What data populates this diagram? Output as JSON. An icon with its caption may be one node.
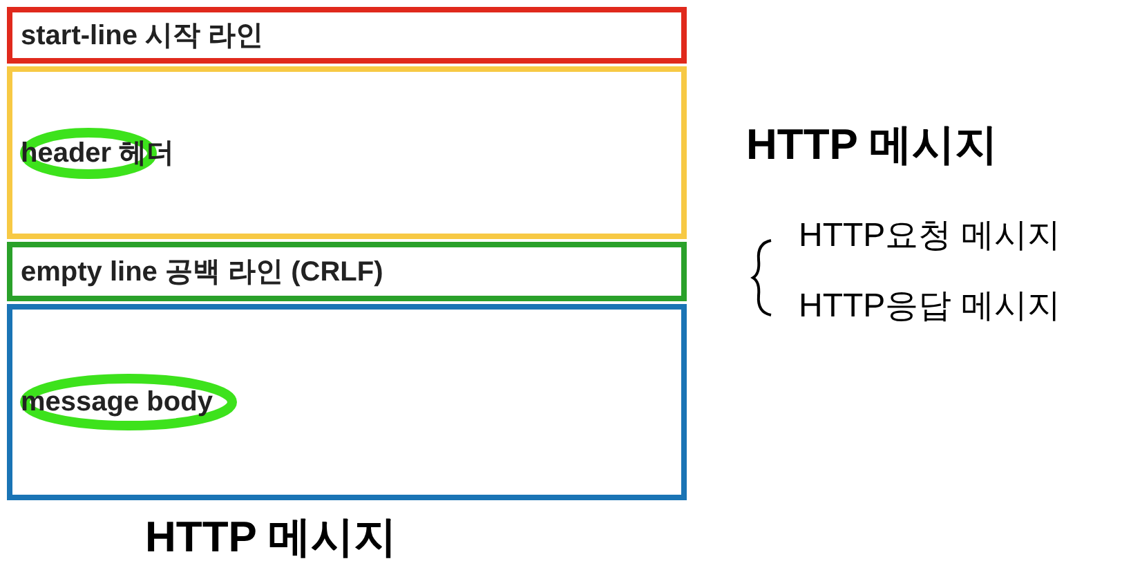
{
  "diagram": {
    "caption": "HTTP 메시지",
    "nodes": [
      {
        "text": [
          "start-line 시작 라인"
        ]
      },
      {
        "text": [
          "header 헤더"
        ]
      },
      {
        "text": [
          "empty line 공백 라인 (CRLF)"
        ]
      },
      {
        "text": [
          "message body"
        ]
      }
    ],
    "edges": [],
    "labels": [
      "HTTP 메시지",
      "HTTP요청 메시지",
      "HTTP응답 메시지"
    ]
  }
}
